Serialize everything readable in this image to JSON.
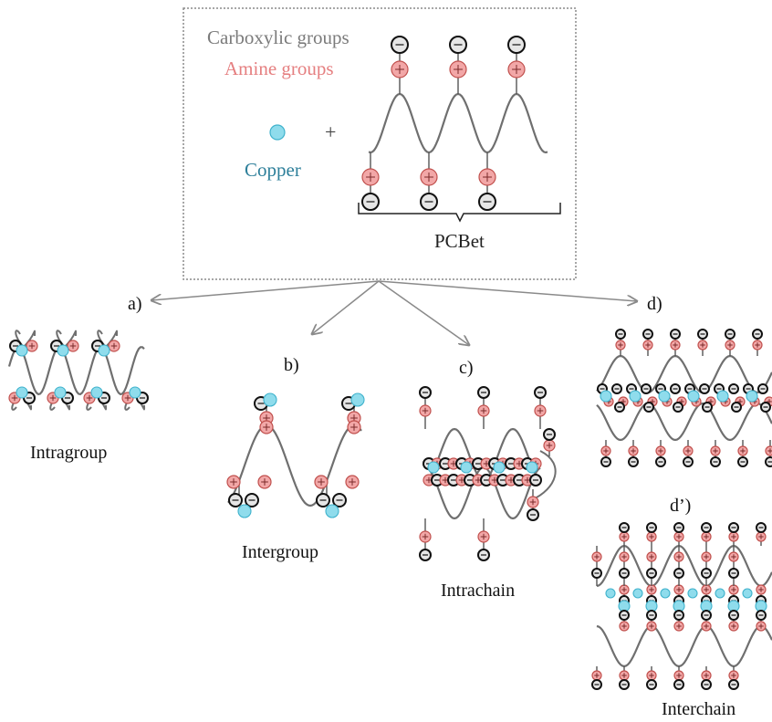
{
  "legend": {
    "carboxylic": "Carboxylic groups",
    "amine": "Amine groups",
    "copper": "Copper",
    "plus": "+",
    "polymer": "PCBet"
  },
  "panels": {
    "a": {
      "letter": "a)",
      "caption": "Intragroup"
    },
    "b": {
      "letter": "b)",
      "caption": "Intergroup"
    },
    "c": {
      "letter": "c)",
      "caption": "Intrachain"
    },
    "d": {
      "letter": "d)"
    },
    "d2": {
      "letter": "d’)",
      "caption": "Interchain"
    }
  },
  "colors": {
    "carboxylic_text": "#7b7b7b",
    "amine_text": "#e57f80",
    "copper_text": "#2d7f9a",
    "chain": "#6f6f6f",
    "amine_fill": "#f2a7a7",
    "amine_stroke": "#c0504d",
    "carboxyl_fill": "#e6e6e6",
    "carboxyl_stroke": "#111111",
    "copper_fill": "#8fdcec",
    "copper_stroke": "#3fb2cc"
  }
}
